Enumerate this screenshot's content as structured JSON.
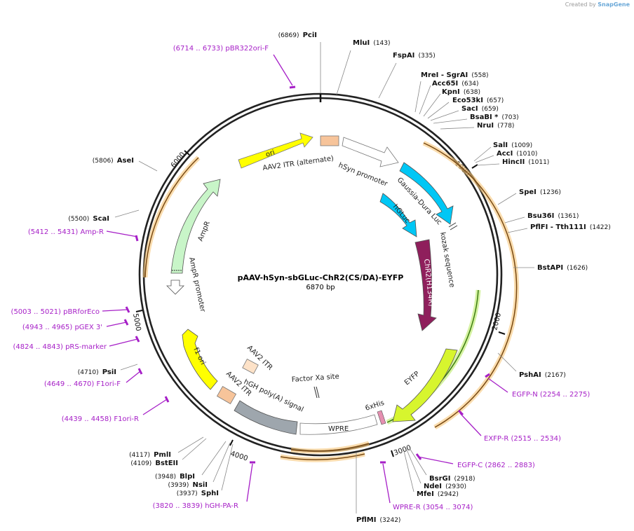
{
  "brand": {
    "prefix": "Created by",
    "name": "SnapGene"
  },
  "map": {
    "title": "pAAV-hSyn-sbGLuc-ChR2(CS/DA)-EYFP",
    "length_label": "6870 bp",
    "colors": {
      "backbone": "#222222",
      "primer": "#a61fc7",
      "ori": "#ffff00",
      "ampr": "#c8f5c8",
      "cds_blue": "#00c7f5",
      "chr2": "#8f1f5c",
      "eyfp": "#d7f52e",
      "grey": "#9ea6ad",
      "itr": "#f7c49a",
      "orange_arc": "#f5a623",
      "green_arc": "#8fd02a"
    }
  },
  "ticks": [
    "1000",
    "2000",
    "3000",
    "4000",
    "5000",
    "6000"
  ],
  "sites": [
    {
      "name": "PciI",
      "pos": "(6869)"
    },
    {
      "name": "MluI",
      "pos": "(143)"
    },
    {
      "name": "FspAI",
      "pos": "(335)"
    },
    {
      "name": "MreI - SgrAI",
      "pos": "(558)"
    },
    {
      "name": "Acc65I",
      "pos": "(634)"
    },
    {
      "name": "KpnI",
      "pos": "(638)"
    },
    {
      "name": "Eco53kI",
      "pos": "(657)"
    },
    {
      "name": "SacI",
      "pos": "(659)"
    },
    {
      "name": "BsaBI *",
      "pos": "(703)"
    },
    {
      "name": "NruI",
      "pos": "(778)"
    },
    {
      "name": "SalI",
      "pos": "(1009)"
    },
    {
      "name": "AccI",
      "pos": "(1010)"
    },
    {
      "name": "HincII",
      "pos": "(1011)"
    },
    {
      "name": "SpeI",
      "pos": "(1236)"
    },
    {
      "name": "Bsu36I",
      "pos": "(1361)"
    },
    {
      "name": "PflFI - Tth111I",
      "pos": "(1422)"
    },
    {
      "name": "BstAPI",
      "pos": "(1626)"
    },
    {
      "name": "PshAI",
      "pos": "(2167)"
    },
    {
      "name": "BsrGI",
      "pos": "(2918)"
    },
    {
      "name": "NdeI",
      "pos": "(2930)"
    },
    {
      "name": "MfeI",
      "pos": "(2942)"
    },
    {
      "name": "PflMI",
      "pos": "(3242)"
    },
    {
      "name": "SphI",
      "pos": "(3937)"
    },
    {
      "name": "NsiI",
      "pos": "(3939)"
    },
    {
      "name": "BlpI",
      "pos": "(3948)"
    },
    {
      "name": "BstEII",
      "pos": "(4109)"
    },
    {
      "name": "PmlI",
      "pos": "(4117)"
    },
    {
      "name": "PsiI",
      "pos": "(4710)"
    },
    {
      "name": "ScaI",
      "pos": "(5500)"
    },
    {
      "name": "AseI",
      "pos": "(5806)"
    }
  ],
  "primers": [
    {
      "name": "pBR322ori-F",
      "range": "(6714 .. 6733)"
    },
    {
      "name": "EGFP-N",
      "range": "(2254 .. 2275)"
    },
    {
      "name": "EXFP-R",
      "range": "(2515 .. 2534)"
    },
    {
      "name": "EGFP-C",
      "range": "(2862 .. 2883)"
    },
    {
      "name": "WPRE-R",
      "range": "(3054 .. 3074)"
    },
    {
      "name": "hGH-PA-R",
      "range": "(3820 .. 3839)"
    },
    {
      "name": "F1ori-R",
      "range": "(4439 .. 4458)"
    },
    {
      "name": "F1ori-F",
      "range": "(4649 .. 4670)"
    },
    {
      "name": "pRS-marker",
      "range": "(4824 .. 4843)"
    },
    {
      "name": "pGEX 3'",
      "range": "(4943 .. 4965)"
    },
    {
      "name": "pBRforEco",
      "range": "(5003 .. 5021)"
    },
    {
      "name": "Amp-R",
      "range": "(5412 .. 5431)"
    }
  ],
  "features": {
    "ori": "ori",
    "itr_alt": "AAV2 ITR (alternate)",
    "hsyn": "hSyn promoter",
    "gdluc": "Gaussia-Dura Luc",
    "hgluc": "hGLuc",
    "kozak": "kozak sequence",
    "chr2": "ChR2(H134R)",
    "eyfp": "EYFP",
    "his": "6xHis",
    "wpre": "WPRE",
    "factorxa": "Factor Xa site",
    "hgh": "hGH poly(A) signal",
    "itr1": "AAV2 ITR",
    "itr2": "AAV2 ITR",
    "f1ori": "f1 ori",
    "ampr": "AmpR",
    "ampr_prom": "AmpR promoter"
  }
}
